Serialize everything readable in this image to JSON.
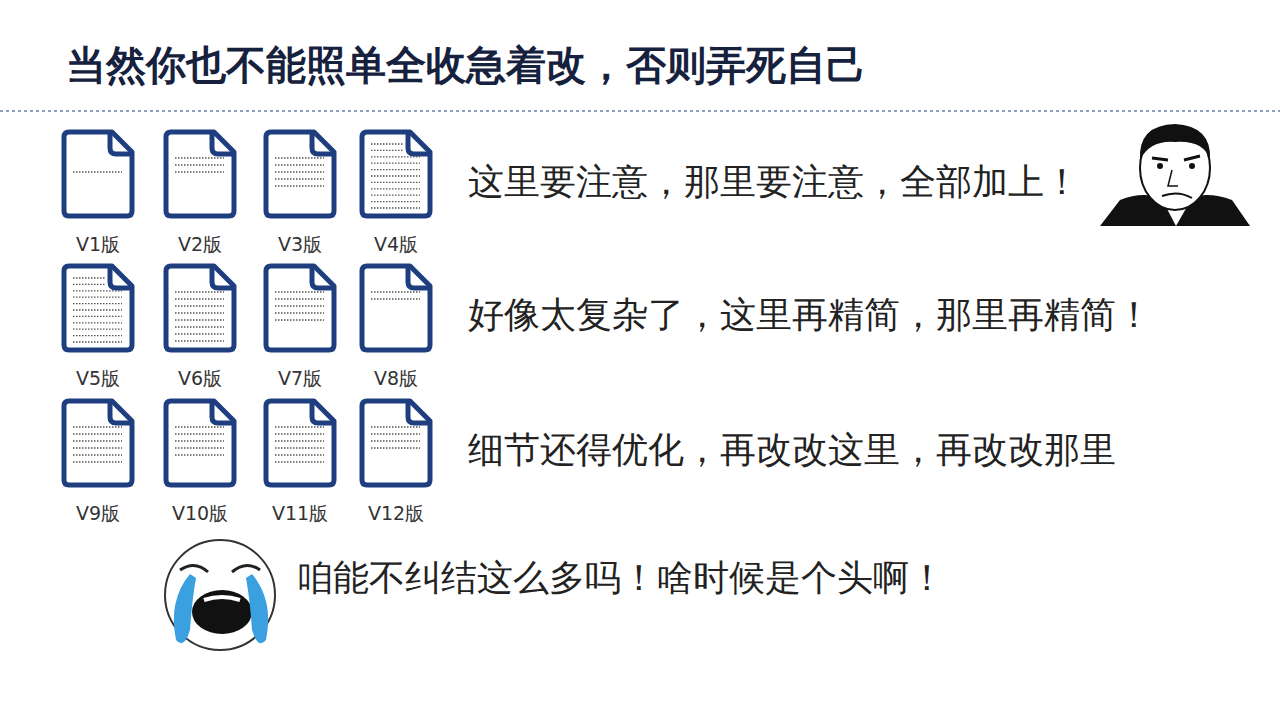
{
  "diagram": {
    "title": "当然你也不能照单全收急着改，否则弄死自己",
    "nodes": [
      {
        "text": [
          "V1版"
        ]
      },
      {
        "text": [
          "V2版"
        ]
      },
      {
        "text": [
          "V3版"
        ]
      },
      {
        "text": [
          "V4版"
        ]
      },
      {
        "text": [
          "V5版"
        ]
      },
      {
        "text": [
          "V6版"
        ]
      },
      {
        "text": [
          "V7版"
        ]
      },
      {
        "text": [
          "V8版"
        ]
      },
      {
        "text": [
          "V9版"
        ]
      },
      {
        "text": [
          "V10版"
        ]
      },
      {
        "text": [
          "V11版"
        ]
      },
      {
        "text": [
          "V12版"
        ]
      }
    ],
    "labels": [
      "这里要注意，那里要注意，全部加上！",
      "好像太复杂了，这里再精简，那里再精简！",
      "细节还得优化，再改改这里，再改改那里",
      "咱能不纠结这么多吗！啥时候是个头啊！"
    ]
  }
}
